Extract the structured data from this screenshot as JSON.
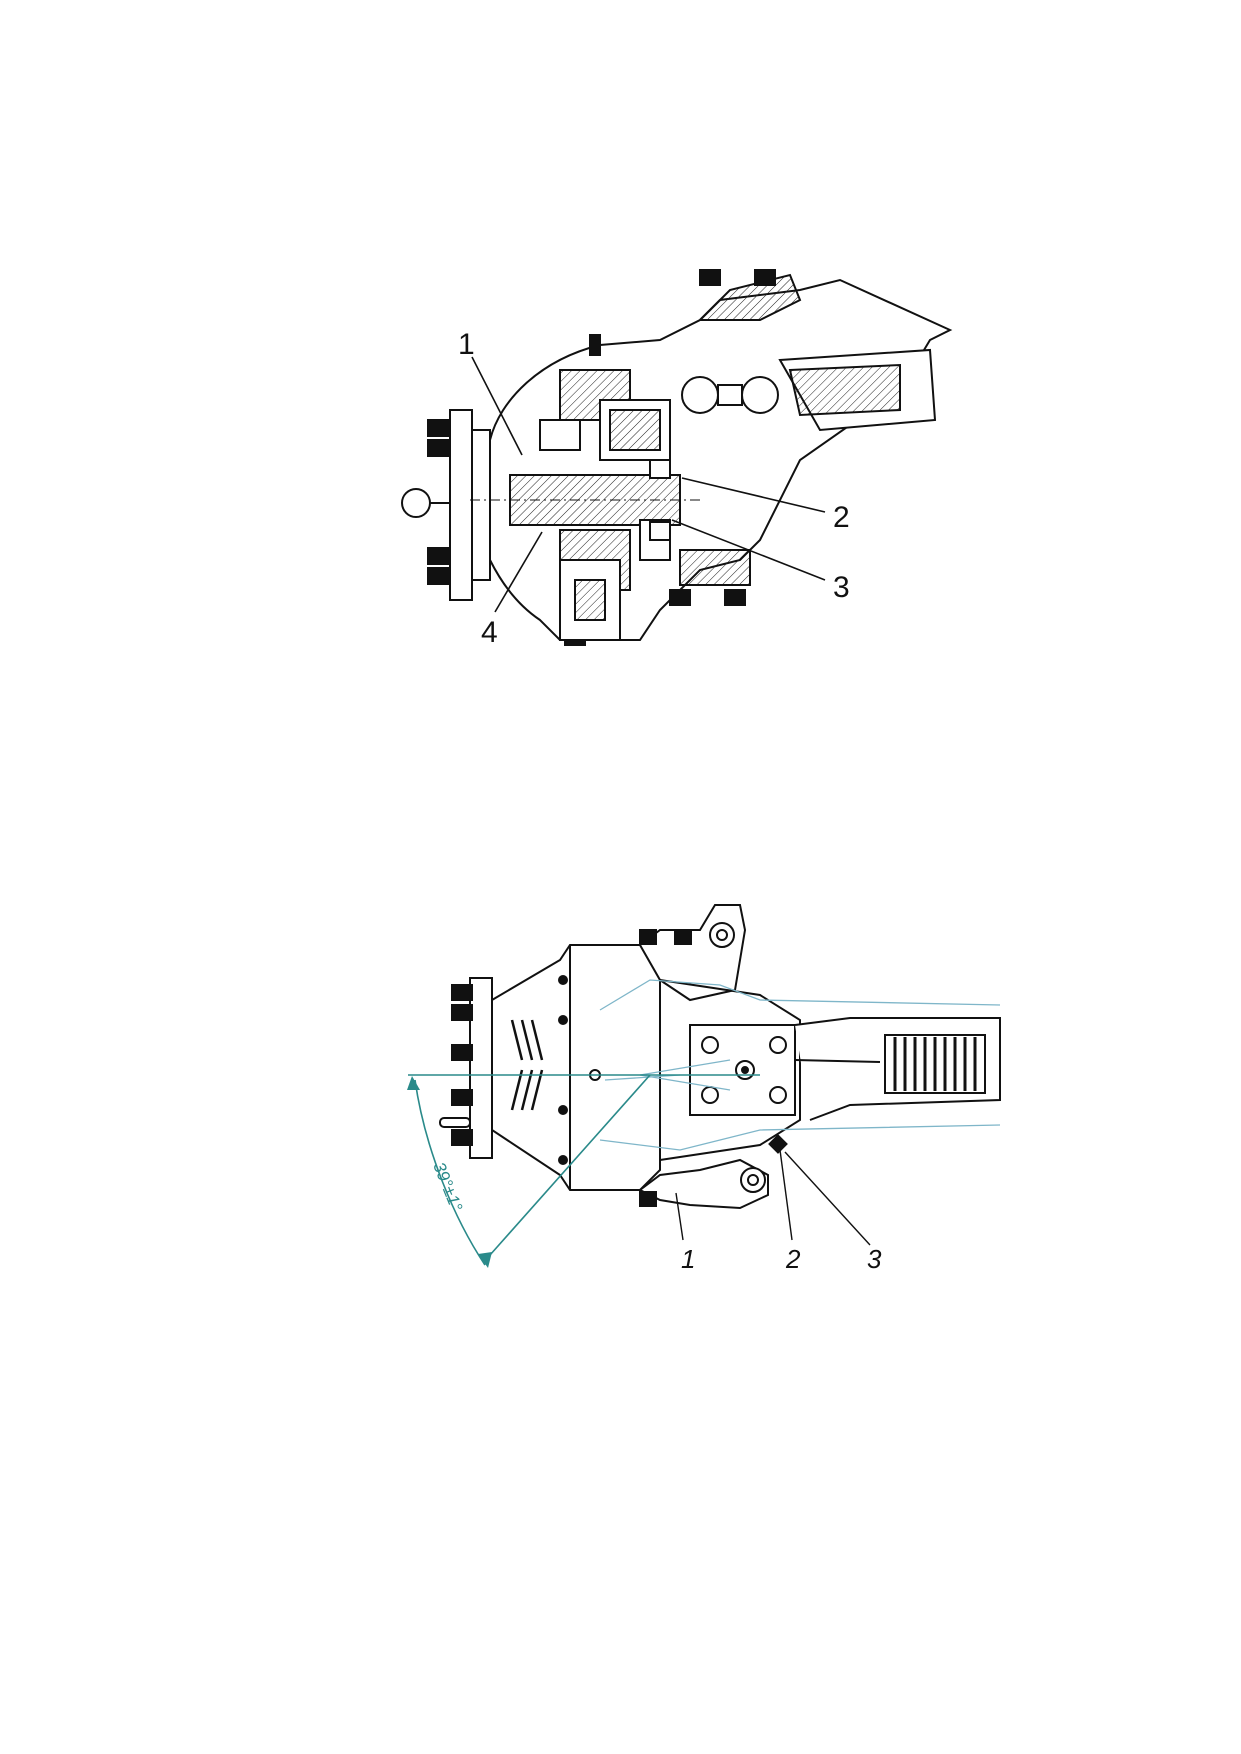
{
  "figure_top": {
    "callouts": [
      "1",
      "2",
      "3",
      "4"
    ]
  },
  "figure_bottom": {
    "callouts": [
      "1",
      "2",
      "3"
    ],
    "angle_label": "39°±1°",
    "accent_color": "#2a8a8a",
    "outline_color": "#7fb6c9"
  }
}
